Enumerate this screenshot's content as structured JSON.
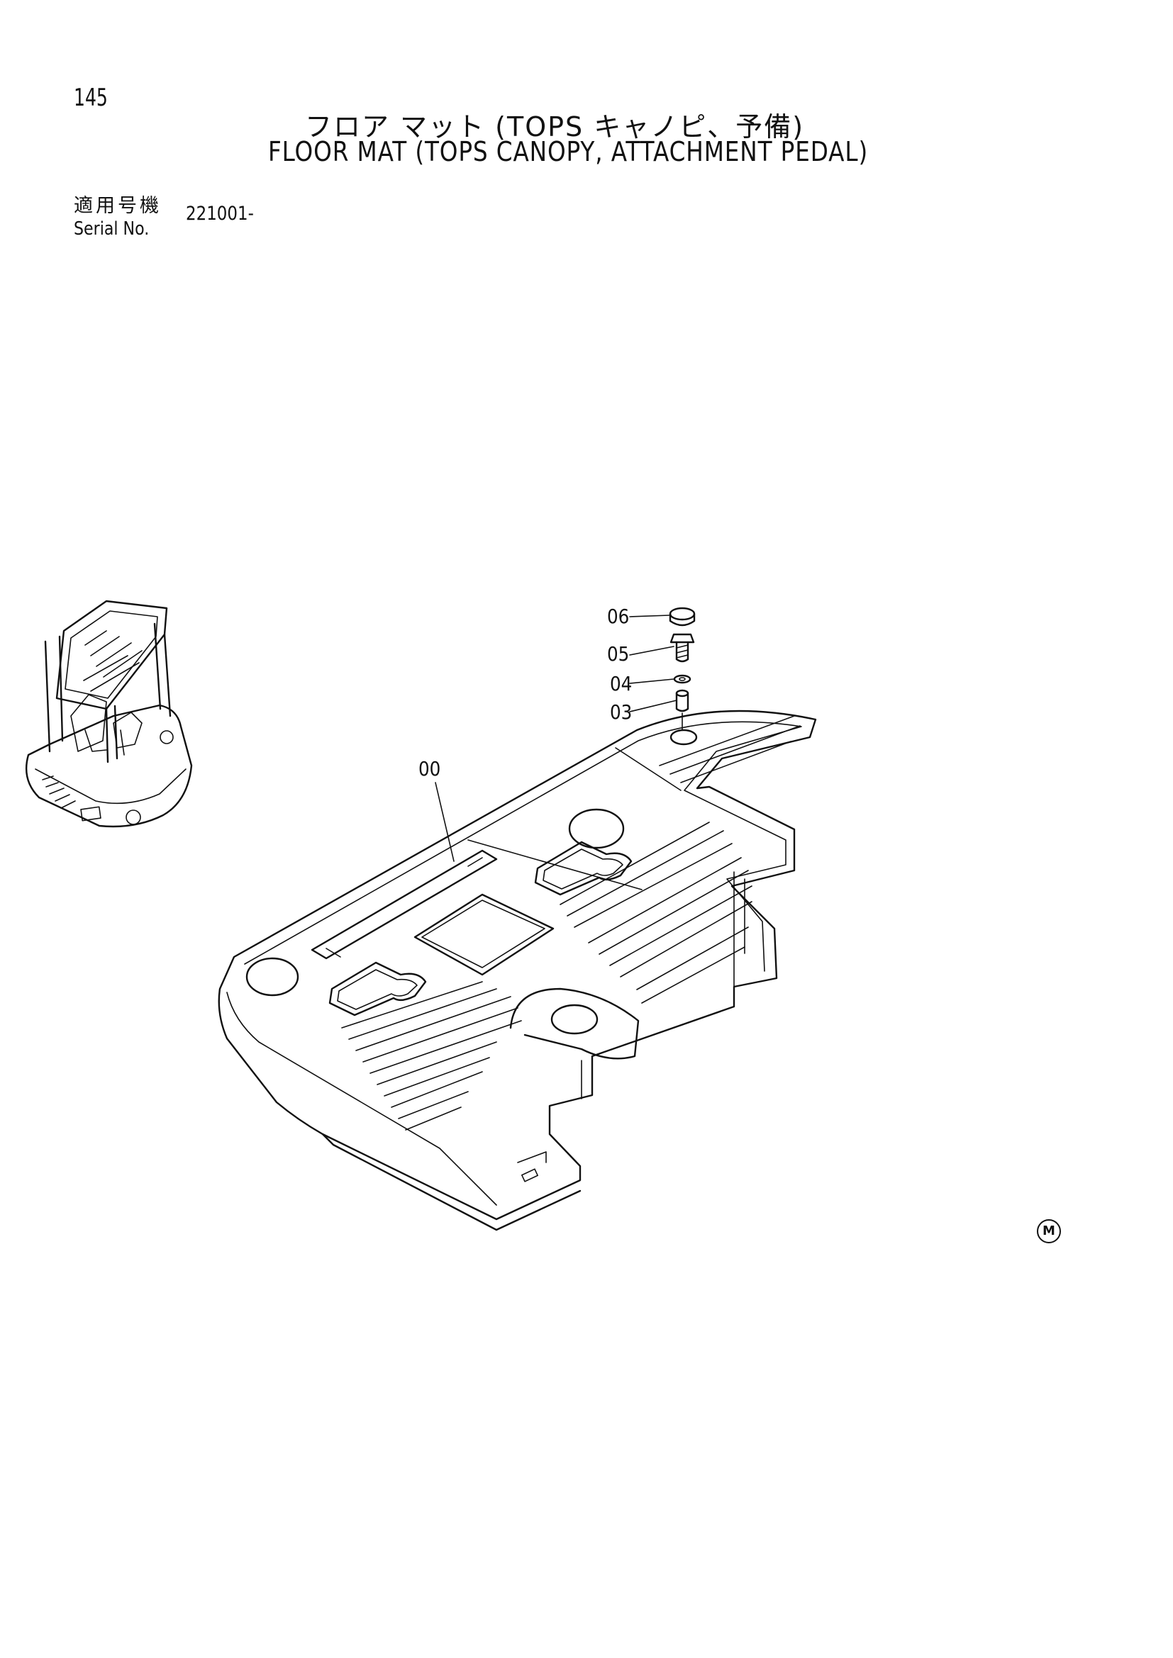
{
  "header": {
    "page_number": "145",
    "title_jp": "フロア マット (TOPS キャノピ、予備)",
    "title_en": "FLOOR MAT (TOPS CANOPY, ATTACHMENT PEDAL)"
  },
  "serial": {
    "label_jp": "適用号機",
    "label_en": "Serial No.",
    "value": "221001-"
  },
  "callouts": {
    "c06": "06",
    "c05": "05",
    "c04": "04",
    "c03": "03",
    "c00": "00"
  },
  "mark": "M"
}
